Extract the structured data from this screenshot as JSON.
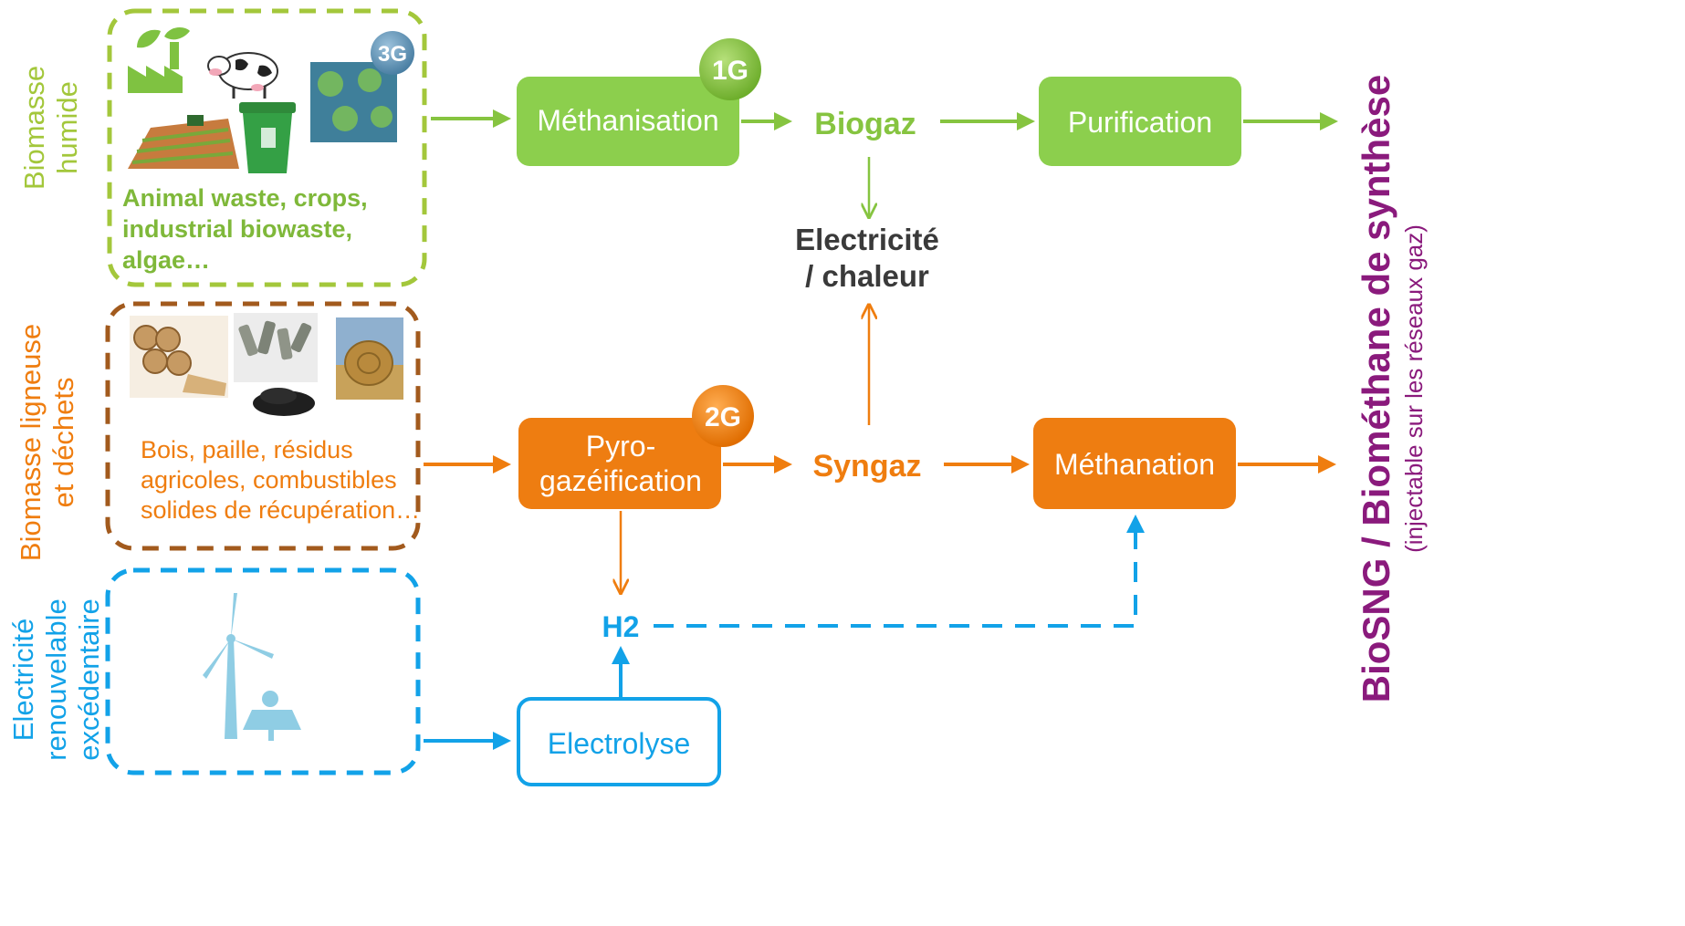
{
  "colors": {
    "green": "#86c440",
    "green_box": "#8ccf4d",
    "orange": "#ef7d0f",
    "orange_box": "#ee7d11",
    "blue": "#12a2e8",
    "brown": "#a25a1d",
    "dark": "#3a3a3a",
    "purple": "#8a1a7c",
    "lime": "#a3c73b"
  },
  "sources": {
    "wet": {
      "label_line1": "Biomasse",
      "label_line2": "humide",
      "badge": "3G",
      "caption_line1": "Animal waste, crops,",
      "caption_line2": "industrial biowaste,",
      "caption_line3": "algae…",
      "icons": [
        "factory-leaf-icon",
        "cow-icon",
        "algae-icon",
        "field-tractor-icon",
        "waste-bin-icon"
      ]
    },
    "woody": {
      "label_line1": "Biomasse ligneuse",
      "label_line2": "et déchets",
      "caption_line1": "Bois, paille, résidus",
      "caption_line2": "agricoles, combustibles",
      "caption_line3": "solides de récupération…",
      "icons": [
        "wood-logs-icon",
        "pellets-icon",
        "hay-bale-icon",
        "char-pile-icon"
      ]
    },
    "electric": {
      "label_line1": "Electricité",
      "label_line2": "renouvelable",
      "label_line3": "excédentaire",
      "icons": [
        "wind-turbine-icon",
        "solar-panel-icon"
      ]
    }
  },
  "processes": {
    "methanisation": "Méthanisation",
    "badge_1g": "1G",
    "purification": "Purification",
    "pyro_line1": "Pyro-",
    "pyro_line2": "gazéification",
    "badge_2g": "2G",
    "methanation": "Méthanation",
    "electrolyse": "Electrolyse"
  },
  "products": {
    "biogaz": "Biogaz",
    "syngaz": "Syngaz",
    "elec_line1": "Electricité",
    "elec_line2": "/ chaleur",
    "h2": "H2"
  },
  "output": {
    "title": "BioSNG / Biométhane de synthèse",
    "subtitle": "(injectable sur les réseaux gaz)"
  }
}
